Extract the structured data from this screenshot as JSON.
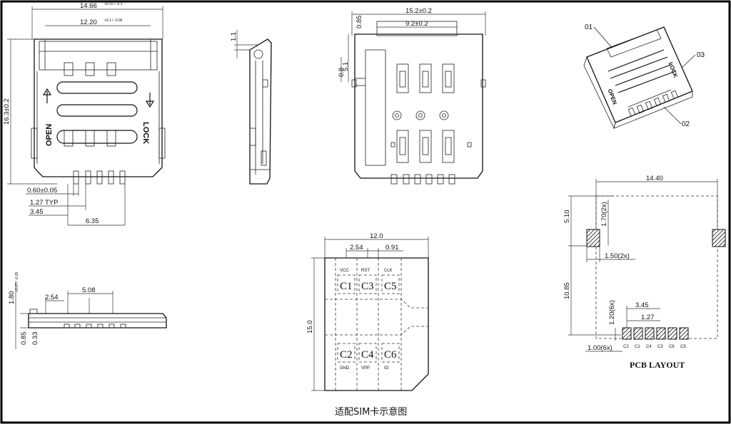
{
  "front_view": {
    "dim_total_width": "14.66",
    "dim_total_width_tol": "+0.15 / -0.1",
    "dim_inner_width": "12.20",
    "dim_inner_width_tol": "+0.1 / -0.05",
    "dim_height": "16.3±0.2",
    "dim_pin_width": "0.60±0.05",
    "dim_pitch": "1.27 TYP",
    "dim_offset_a": "3.45",
    "dim_offset_b": "6.35",
    "label_open": "OPEN",
    "label_lock": "LOCK"
  },
  "side_view": {
    "dim_top": "1.1"
  },
  "top_view": {
    "dim_width": "15.2±0.2",
    "dim_window": "9.2±0.2",
    "dim_085": "0.85",
    "dim_51": "5.1",
    "dim_08": "0.8"
  },
  "iso_view": {
    "callout_01": "01",
    "callout_02": "02",
    "callout_03": "03",
    "label_open": "OPEN",
    "label_lock": "LOCK"
  },
  "low_view": {
    "dim_height": "1.80",
    "dim_height_tol": "+0.07 / -0.05",
    "dim_254": "2.54",
    "dim_508": "5.08",
    "dim_085": "0.85",
    "dim_033": "0.33"
  },
  "sim_card": {
    "dim_width": "12.0",
    "dim_254": "2.54",
    "dim_091": "0.91",
    "dim_height": "15.0",
    "pads": [
      {
        "id": "C1",
        "signal": "VCC"
      },
      {
        "id": "C3",
        "signal": "RST"
      },
      {
        "id": "C5",
        "signal": "CLK"
      },
      {
        "id": "C2",
        "signal": "GND"
      },
      {
        "id": "C4",
        "signal": "VPP"
      },
      {
        "id": "C6",
        "signal": "IO"
      }
    ],
    "caption": "适配SIM卡示意图"
  },
  "pcb_layout": {
    "title": "PCB LAYOUT",
    "dim_width": "14.40",
    "dim_510": "5.10",
    "dim_170": "1.70(2x)",
    "dim_150": "1.50(2x)",
    "dim_1085": "10.85",
    "dim_345": "3.45",
    "dim_127": "1.27",
    "dim_120": "1.20(6x)",
    "dim_100": "1.00(6x)",
    "pad_labels": [
      "C2",
      "C1",
      "C4",
      "C3",
      "C6",
      "C5"
    ]
  }
}
